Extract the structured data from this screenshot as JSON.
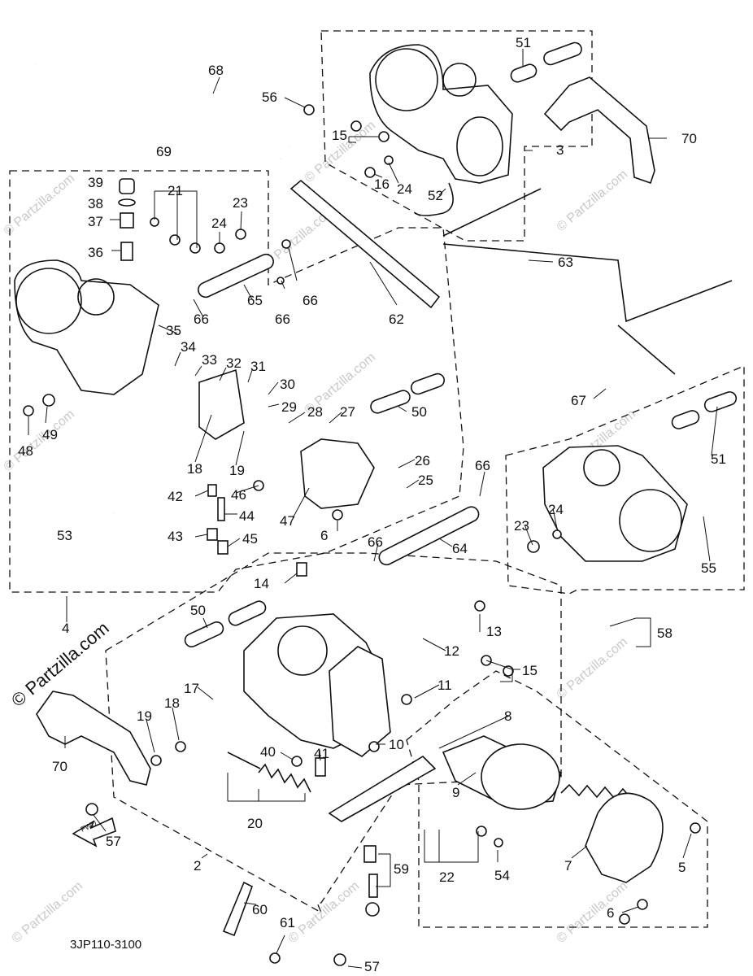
{
  "figure_code": "3JP110-3100",
  "brand": "© Partzilla.com",
  "watermark": "© Partzilla.com",
  "front_label": "FWD",
  "callouts": {
    "c51a": "51",
    "c56": "56",
    "c68": "68",
    "c70a": "70",
    "c15a": "15",
    "c3": "3",
    "c69": "69",
    "c16": "16",
    "c24a": "24",
    "c52": "52",
    "c39": "39",
    "c38": "38",
    "c21": "21",
    "c23a": "23",
    "c37": "37",
    "c24b": "24",
    "c36": "36",
    "c63": "63",
    "c65": "65",
    "c66a": "66",
    "c66b": "66",
    "c66c": "66",
    "c62": "62",
    "c35": "35",
    "c34": "34",
    "c33": "33",
    "c32": "32",
    "c31": "31",
    "c30": "30",
    "c67": "67",
    "c29": "29",
    "c28": "28",
    "c27": "27",
    "c50a": "50",
    "c49": "49",
    "c48": "48",
    "c18a": "18",
    "c19a": "19",
    "c26": "26",
    "c51b": "51",
    "c25": "25",
    "c66d": "66",
    "c42": "42",
    "c46": "46",
    "c24c": "24",
    "c44": "44",
    "c47": "47",
    "c23b": "23",
    "c53": "53",
    "c43": "43",
    "c45": "45",
    "c6a": "6",
    "c64": "64",
    "c66e": "66",
    "c55": "55",
    "c14": "14",
    "c4": "4",
    "c50b": "50",
    "c13": "13",
    "c58": "58",
    "c12": "12",
    "c15b": "15",
    "c11": "11",
    "c17": "17",
    "c8": "8",
    "c19b": "19",
    "c18b": "18",
    "c70b": "70",
    "c10": "10",
    "c40": "40",
    "c41": "41",
    "c9": "9",
    "c20": "20",
    "c57a": "57",
    "c5": "5",
    "c7": "7",
    "c22": "22",
    "c54": "54",
    "c2": "2",
    "c59": "59",
    "c60": "60",
    "c6b": "6",
    "c61": "61",
    "c57b": "57"
  }
}
